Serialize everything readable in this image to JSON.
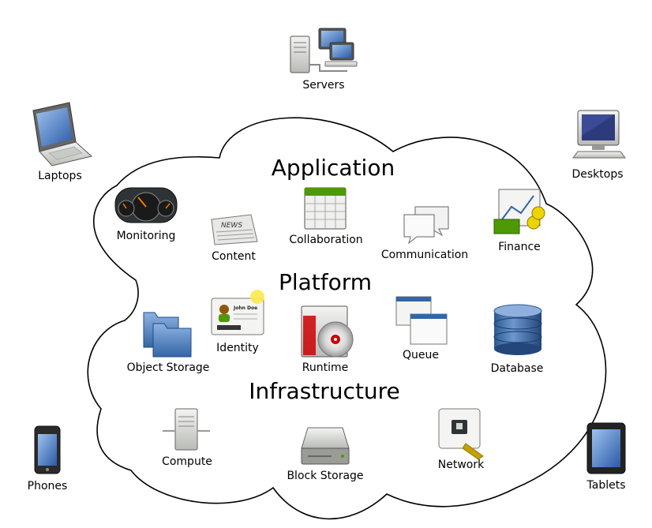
{
  "sections": {
    "application": "Application",
    "platform": "Platform",
    "infrastructure": "Infrastructure"
  },
  "clients": {
    "servers": "Servers",
    "laptops": "Laptops",
    "desktops": "Desktops",
    "phones": "Phones",
    "tablets": "Tablets"
  },
  "application_items": {
    "monitoring": "Monitoring",
    "content": "Content",
    "collaboration": "Collaboration",
    "communication": "Communication",
    "finance": "Finance"
  },
  "platform_items": {
    "identity": "Identity",
    "object_storage": "Object Storage",
    "runtime": "Runtime",
    "queue": "Queue",
    "database": "Database"
  },
  "infrastructure_items": {
    "compute": "Compute",
    "block_storage": "Block Storage",
    "network": "Network"
  },
  "icons": {
    "servers": "servers-icon",
    "laptops": "laptop-icon",
    "desktops": "desktop-icon",
    "phones": "phone-icon",
    "tablets": "tablet-icon",
    "monitoring": "gauge-icon",
    "content": "newspaper-icon",
    "collaboration": "calendar-icon",
    "communication": "speech-bubbles-icon",
    "finance": "money-chart-icon",
    "identity": "id-card-icon",
    "object_storage": "folders-icon",
    "runtime": "disc-drive-icon",
    "queue": "windows-icon",
    "database": "database-icon",
    "compute": "server-tower-icon",
    "block_storage": "hard-drive-icon",
    "network": "network-jack-icon"
  }
}
